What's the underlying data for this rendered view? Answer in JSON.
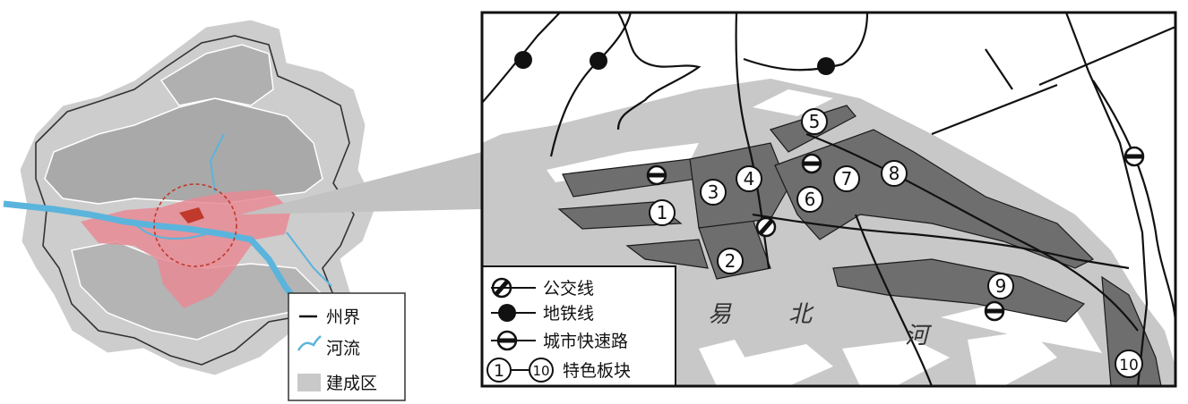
{
  "overview_legend": {
    "boundary": "州界",
    "river": "河流",
    "built_area": "建成区"
  },
  "detail_legend": {
    "bus": "公交线",
    "metro": "地铁线",
    "expressway": "城市快速路",
    "blocks_from": "1",
    "blocks_to": "10",
    "blocks": "特色板块"
  },
  "river_name": {
    "c1": "易",
    "c2": "北",
    "c3": "河"
  },
  "block_labels": {
    "b1": "1",
    "b2": "2",
    "b3": "3",
    "b4": "4",
    "b5": "5",
    "b6": "6",
    "b7": "7",
    "b8": "8",
    "b9": "9",
    "b10": "10"
  },
  "colors": {
    "built_area": "#c9c9c9",
    "districts": "#a9a9a9",
    "river": "#5bb4dc",
    "highlight": "#e78a95",
    "detail_bg": "#c8c8c8",
    "blocks": "#6f6f6f",
    "lines": "#111111"
  }
}
